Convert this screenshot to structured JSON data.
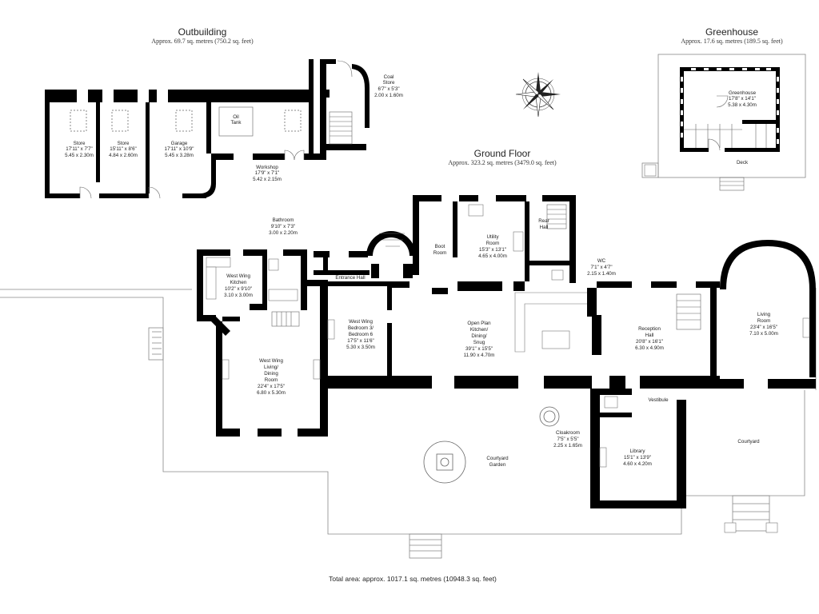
{
  "headings": {
    "outbuilding": {
      "title": "Outbuilding",
      "area": "Approx. 69.7 sq. metres (750.2 sq. feet)"
    },
    "greenhouse": {
      "title": "Greenhouse",
      "area": "Approx. 17.6 sq. metres (189.5 sq. feet)"
    },
    "ground_floor": {
      "title": "Ground Floor",
      "area": "Approx. 323.2 sq. metres (3479.0 sq. feet)"
    }
  },
  "total_area": "Total area: approx. 1017.1 sq. metres (10948.3 sq. feet)",
  "rooms": {
    "store1": {
      "name": "Store",
      "imp": "17'11\" x 7'7\"",
      "met": "5.45 x 2.30m"
    },
    "store2": {
      "name": "Store",
      "imp": "15'11\" x 8'6\"",
      "met": "4.84 x 2.60m"
    },
    "garage": {
      "name": "Garage",
      "imp": "17'11\" x 10'9\"",
      "met": "5.45 x 3.28m"
    },
    "oil_tank": {
      "name": "Oil",
      "name2": "Tank"
    },
    "workshop": {
      "name": "Workshop",
      "imp": "17'9\" x 7'1\"",
      "met": "5.42 x 2.15m"
    },
    "coal_store": {
      "name": "Coal",
      "name2": "Store",
      "imp": "6'7\" x 5'3\"",
      "met": "2.00 x 1.60m"
    },
    "greenhouse": {
      "name": "Greenhouse",
      "imp": "17'8\" x 14'1\"",
      "met": "5.38 x 4.30m"
    },
    "deck": {
      "name": "Deck"
    },
    "bathroom": {
      "name": "Bathroom",
      "imp": "9'10\" x 7'3\"",
      "met": "3.00 x 2.20m"
    },
    "ww_kitchen": {
      "name": "West Wing",
      "name2": "Kitchen",
      "imp": "10'2\" x 9'10\"",
      "met": "3.10 x 3.00m"
    },
    "ww_living": {
      "name": "West Wing",
      "name2": "Living/",
      "name3": "Dining",
      "name4": "Room",
      "imp": "22'4\" x 17'5\"",
      "met": "6.80 x 5.30m"
    },
    "entrance": {
      "name": "Entrance Hall"
    },
    "ww_bedroom": {
      "name": "West Wing",
      "name2": "Bedroom 3/",
      "name3": "Bedroom 6",
      "imp": "17'5\" x 11'6\"",
      "met": "5.30 x 3.50m"
    },
    "boot_room": {
      "name": "Boot",
      "name2": "Room"
    },
    "utility": {
      "name": "Utility",
      "name2": "Room",
      "imp": "15'3\" x 13'1\"",
      "met": "4.65 x 4.00m"
    },
    "rear_hall": {
      "name": "Rear",
      "name2": "Hall"
    },
    "wc": {
      "name": "WC",
      "imp": "7'1\" x 4'7\"",
      "met": "2.15 x 1.40m"
    },
    "open_plan": {
      "name": "Open Plan",
      "name2": "Kitchen/",
      "name3": "Dining/",
      "name4": "Snug",
      "imp": "39'1\" x 15'5\"",
      "met": "11.90 x 4.70m"
    },
    "reception": {
      "name": "Reception",
      "name2": "Hall",
      "imp": "20'8\" x 16'1\"",
      "met": "6.30 x 4.90m"
    },
    "living": {
      "name": "Living",
      "name2": "Room",
      "imp": "23'4\" x 16'5\"",
      "met": "7.10 x 5.00m"
    },
    "vestibule": {
      "name": "Vestibule"
    },
    "cloakroom": {
      "name": "Cloakroom",
      "imp": "7'5\" x 5'5\"",
      "met": "2.25 x 1.65m"
    },
    "library": {
      "name": "Library",
      "imp": "15'1\" x 13'9\"",
      "met": "4.60 x 4.20m"
    },
    "courtyard_garden": {
      "name": "Courtyard",
      "name2": "Garden"
    },
    "courtyard": {
      "name": "Courtyard"
    }
  }
}
